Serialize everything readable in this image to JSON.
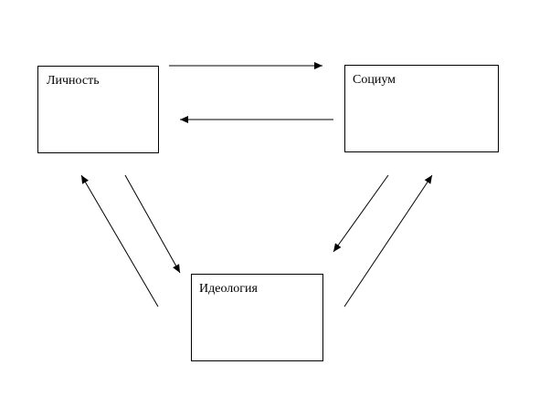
{
  "diagram": {
    "nodes": {
      "personality": {
        "label": "Личность"
      },
      "society": {
        "label": "Социум"
      },
      "ideology": {
        "label": "Идеология"
      }
    },
    "edges": [
      {
        "from": "personality",
        "to": "society"
      },
      {
        "from": "society",
        "to": "personality"
      },
      {
        "from": "personality",
        "to": "ideology"
      },
      {
        "from": "ideology",
        "to": "personality"
      },
      {
        "from": "society",
        "to": "ideology"
      },
      {
        "from": "ideology",
        "to": "society"
      }
    ],
    "colors": {
      "stroke": "#000000",
      "background": "#ffffff"
    }
  }
}
